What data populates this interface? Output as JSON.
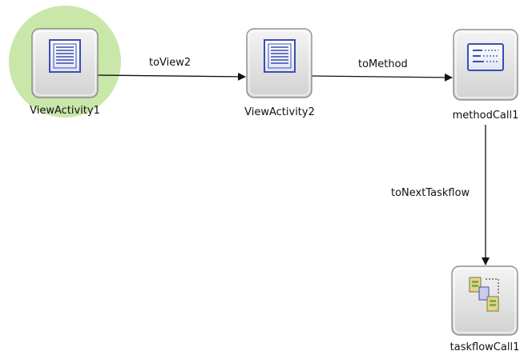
{
  "nodes": [
    {
      "id": "view1",
      "label": "ViewActivity1",
      "icon": "view-page-icon",
      "start": true
    },
    {
      "id": "view2",
      "label": "ViewActivity2",
      "icon": "view-page-icon",
      "start": false
    },
    {
      "id": "method1",
      "label": "methodCall1",
      "icon": "method-call-icon",
      "start": false
    },
    {
      "id": "taskflow1",
      "label": "taskflowCall1",
      "icon": "taskflow-call-icon",
      "start": false
    }
  ],
  "edges": [
    {
      "from": "view1",
      "to": "view2",
      "label": "toView2"
    },
    {
      "from": "view2",
      "to": "method1",
      "label": "toMethod"
    },
    {
      "from": "method1",
      "to": "taskflow1",
      "label": "toNextTaskflow"
    }
  ],
  "colors": {
    "start_halo": "#bfe39a",
    "icon_blue": "#3a4fb0",
    "tile_bg": "#e4e4e4",
    "tile_border": "#7d7d7d"
  }
}
